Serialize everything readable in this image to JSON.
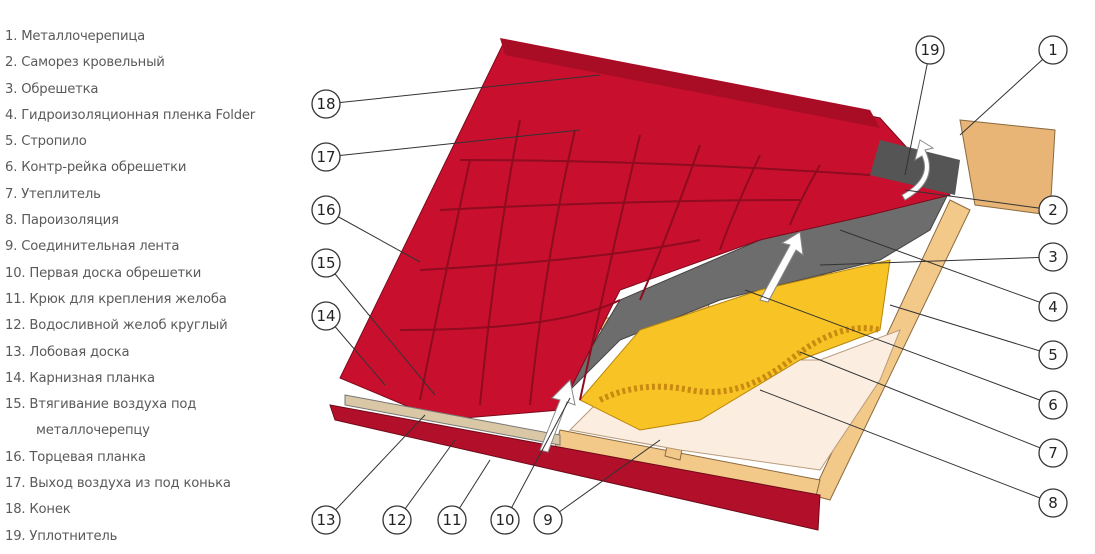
{
  "legend": [
    {
      "n": "1.",
      "label": "Металлочерепица"
    },
    {
      "n": "2.",
      "label": "Саморез кровельный"
    },
    {
      "n": "3.",
      "label": "Обрешетка"
    },
    {
      "n": "4.",
      "label": "Гидроизоляционная пленка Folder"
    },
    {
      "n": "5.",
      "label": "Стропило"
    },
    {
      "n": "6.",
      "label": "Контр-рейка обрешетки"
    },
    {
      "n": "7.",
      "label": "Утеплитель"
    },
    {
      "n": "8.",
      "label": "Пароизоляция"
    },
    {
      "n": "9.",
      "label": "Соединительная лента"
    },
    {
      "n": "10.",
      "label": "Первая доска обрешетки"
    },
    {
      "n": "11.",
      "label": "Крюк для крепления желоба"
    },
    {
      "n": "12.",
      "label": "Водосливной желоб круглый"
    },
    {
      "n": "13.",
      "label": "Лобовая доска"
    },
    {
      "n": "14.",
      "label": "Карнизная планка"
    },
    {
      "n": "15.",
      "label": "Втягивание воздуха под",
      "label2": "металлочерепцу"
    },
    {
      "n": "16.",
      "label": "Торцевая планка"
    },
    {
      "n": "17.",
      "label": "Выход воздуха из под конька"
    },
    {
      "n": "18.",
      "label": "Конек"
    },
    {
      "n": "19.",
      "label": "Уплотнитель"
    }
  ],
  "callouts": [
    "1",
    "2",
    "3",
    "4",
    "5",
    "6",
    "7",
    "8",
    "9",
    "10",
    "11",
    "12",
    "13",
    "14",
    "15",
    "16",
    "17",
    "18",
    "19"
  ],
  "colors": {
    "roof": "#c8102e",
    "roof_dark": "#9e0d22",
    "wood": "#f3c98a",
    "insulation": "#f7c325",
    "membrane": "#6d6d6d",
    "vapor": "#fbeee0",
    "text": "#5a5a5a"
  }
}
